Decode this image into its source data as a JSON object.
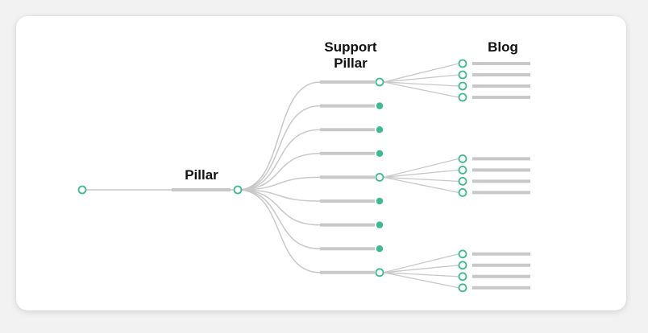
{
  "labels": {
    "pillar": "Pillar",
    "support_pillar": "Support\nPillar",
    "blog": "Blog"
  },
  "colors": {
    "accent": "#3dba8e",
    "connector": "#c8c8c8",
    "bar": "#c8c8c8",
    "card": "#ffffff",
    "background": "#f2f2f2",
    "text": "#111111"
  },
  "structure": {
    "support_pillars": [
      {
        "node": "open",
        "blog_posts": 4
      },
      {
        "node": "filled",
        "blog_posts": 0
      },
      {
        "node": "filled",
        "blog_posts": 0
      },
      {
        "node": "filled",
        "blog_posts": 0
      },
      {
        "node": "open",
        "blog_posts": 4
      },
      {
        "node": "filled",
        "blog_posts": 0
      },
      {
        "node": "filled",
        "blog_posts": 0
      },
      {
        "node": "filled",
        "blog_posts": 0
      },
      {
        "node": "open",
        "blog_posts": 4
      }
    ]
  }
}
